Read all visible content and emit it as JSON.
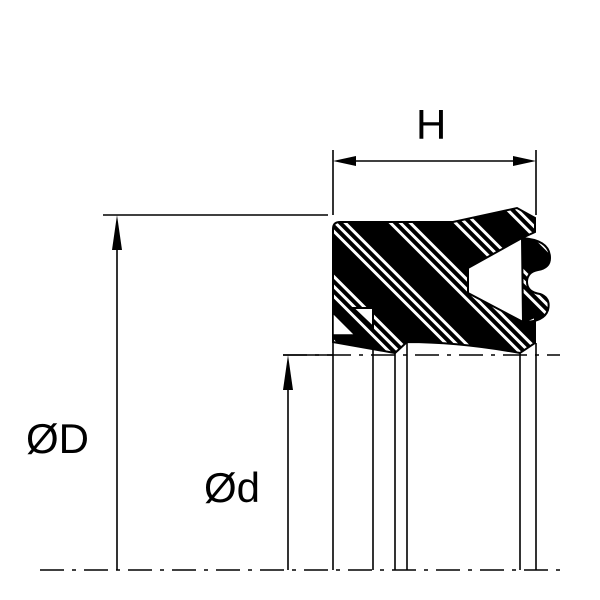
{
  "labels": {
    "height": "H",
    "outer_diameter": "ØD",
    "inner_diameter": "Ød"
  },
  "colors": {
    "line": "#000000",
    "background": "#ffffff"
  }
}
